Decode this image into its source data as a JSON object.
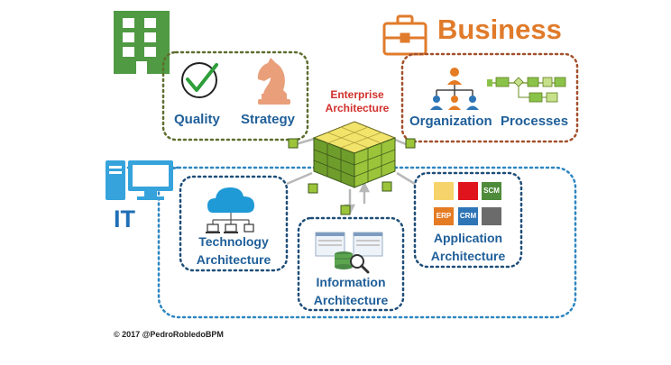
{
  "business": {
    "title": "Business",
    "labels": {
      "organization": "Organization",
      "processes": "Processes"
    }
  },
  "left_group": {
    "labels": {
      "quality": "Quality",
      "strategy": "Strategy"
    }
  },
  "center": {
    "title_line1": "Enterprise",
    "title_line2": "Architecture"
  },
  "it": {
    "title": "IT",
    "technology": {
      "line1": "Technology",
      "line2": "Architecture"
    },
    "information": {
      "line1": "Information",
      "line2": "Architecture"
    },
    "application": {
      "line1": "Application",
      "line2": "Architecture"
    },
    "tiles": [
      {
        "label": "",
        "color": "#f7d36b"
      },
      {
        "label": "",
        "color": "#e0141c"
      },
      {
        "label": "SCM",
        "color": "#4e8b3a"
      },
      {
        "label": "ERP",
        "color": "#e57b23"
      },
      {
        "label": "CRM",
        "color": "#2e75b6"
      },
      {
        "label": "",
        "color": "#6b6b6b"
      }
    ]
  },
  "footer": {
    "copyright": "© 2017 @PedroRobledoBPM"
  },
  "colors": {
    "blue": "#1f5f99",
    "dark_blue": "#1f4e79",
    "green": "#4f9a43",
    "orange": "#e07b2b",
    "red": "#d0312d",
    "olive": "#5e6e2f",
    "brown": "#a3502c"
  }
}
